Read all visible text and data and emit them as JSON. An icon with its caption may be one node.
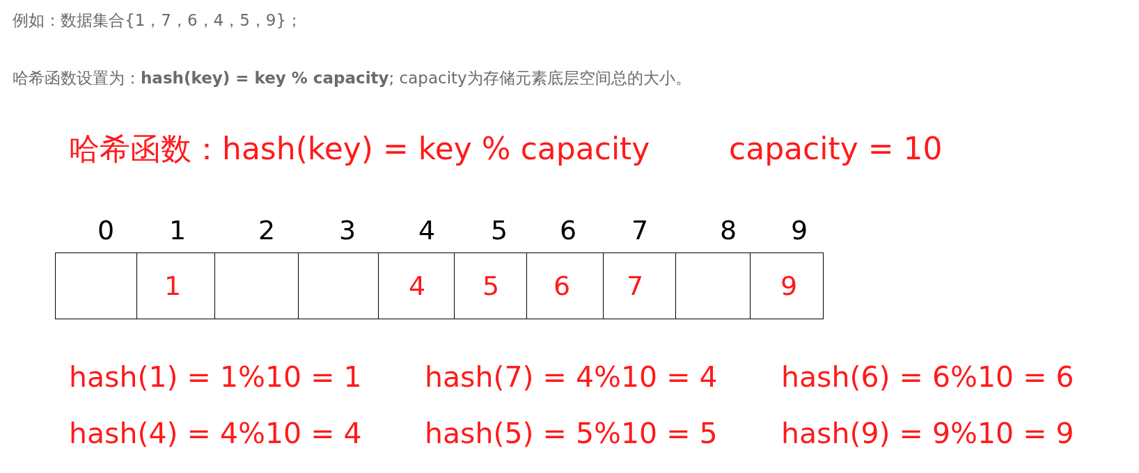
{
  "diagram": {
    "nodes": [
      {
        "text": [],
        "shape": "box",
        "beside": [
          "0"
        ]
      },
      {
        "text": [
          "1"
        ],
        "beside": [
          "1"
        ]
      },
      {
        "text": [],
        "shape": "box",
        "beside": [
          "2"
        ]
      },
      {
        "text": [],
        "shape": "box",
        "beside": [
          "3"
        ]
      },
      {
        "text": [
          "4"
        ],
        "beside": [
          "4"
        ]
      },
      {
        "text": [
          "5"
        ],
        "beside": [
          "5"
        ]
      },
      {
        "text": [
          "6"
        ],
        "beside": [
          "6"
        ]
      },
      {
        "text": [
          "7"
        ],
        "beside": [
          "7"
        ]
      },
      {
        "text": [],
        "shape": "box",
        "beside": [
          "8"
        ]
      },
      {
        "text": [
          "9"
        ],
        "beside": [
          "9"
        ]
      }
    ],
    "labels": [
      "例如：数据集合{1，7，6，4，5，9}；",
      "哈希函数设置为：**hash(key) = key % capacity**; capacity为存储元素底层空间总的大小。",
      "哈希函数：hash(key) = key % capacity",
      "capacity = 10",
      "hash(1) = 1%10 = 1",
      "hash(7) = 4%10 = 4",
      "hash(6) = 6%10 = 6",
      "hash(4) = 4%10 = 4",
      "hash(5) = 5%10 = 5",
      "hash(9) = 9%10 = 9"
    ]
  }
}
